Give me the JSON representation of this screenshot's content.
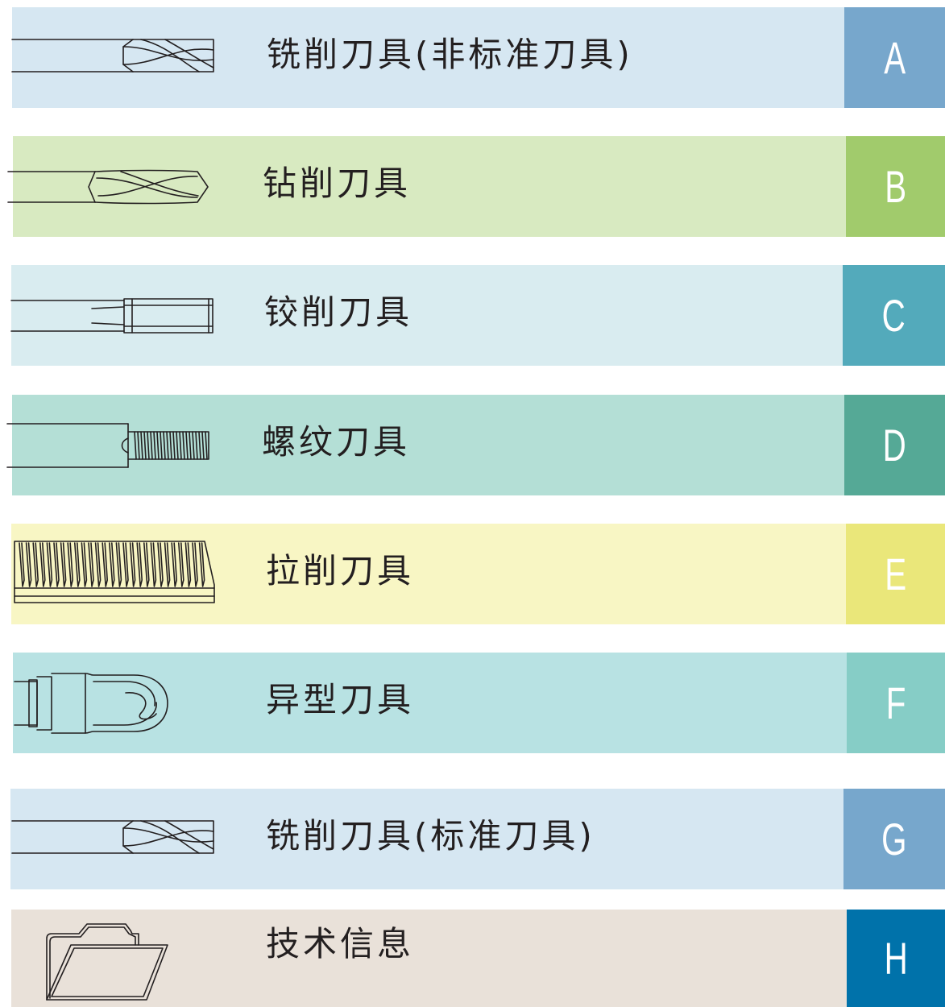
{
  "categories": [
    {
      "label": "铣削刀具(非标准刀具)",
      "letter": "A",
      "bg": "#d6e7f2",
      "tab": "#77a7cc",
      "icon": "end-mill-icon"
    },
    {
      "label": "钻削刀具",
      "letter": "B",
      "bg": "#d8eac1",
      "tab": "#a1cb6c",
      "icon": "drill-icon"
    },
    {
      "label": "铰削刀具",
      "letter": "C",
      "bg": "#d9ecf0",
      "tab": "#53aabb",
      "icon": "reamer-icon"
    },
    {
      "label": "螺纹刀具",
      "letter": "D",
      "bg": "#b4dfd6",
      "tab": "#55a996",
      "icon": "tap-icon"
    },
    {
      "label": "拉削刀具",
      "letter": "E",
      "bg": "#f8f6c4",
      "tab": "#eae77a",
      "icon": "broach-icon"
    },
    {
      "label": "异型刀具",
      "letter": "F",
      "bg": "#b8e2e3",
      "tab": "#86cdc6",
      "icon": "ball-nose-cutter-icon"
    },
    {
      "label": "铣削刀具(标准刀具)",
      "letter": "G",
      "bg": "#d6e7f2",
      "tab": "#77a7cc",
      "icon": "end-mill-icon"
    },
    {
      "label": "技术信息",
      "letter": "H",
      "bg": "#e9e1d9",
      "tab": "#0072aa",
      "icon": "folder-icon"
    }
  ]
}
